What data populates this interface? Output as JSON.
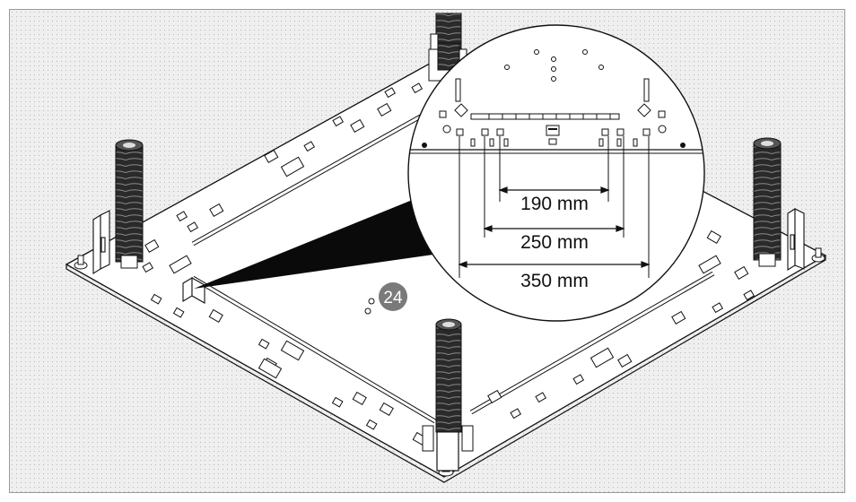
{
  "callout": {
    "step_number": "24"
  },
  "dimensions": [
    {
      "label": "190 mm"
    },
    {
      "label": "250 mm"
    },
    {
      "label": "350 mm"
    }
  ]
}
